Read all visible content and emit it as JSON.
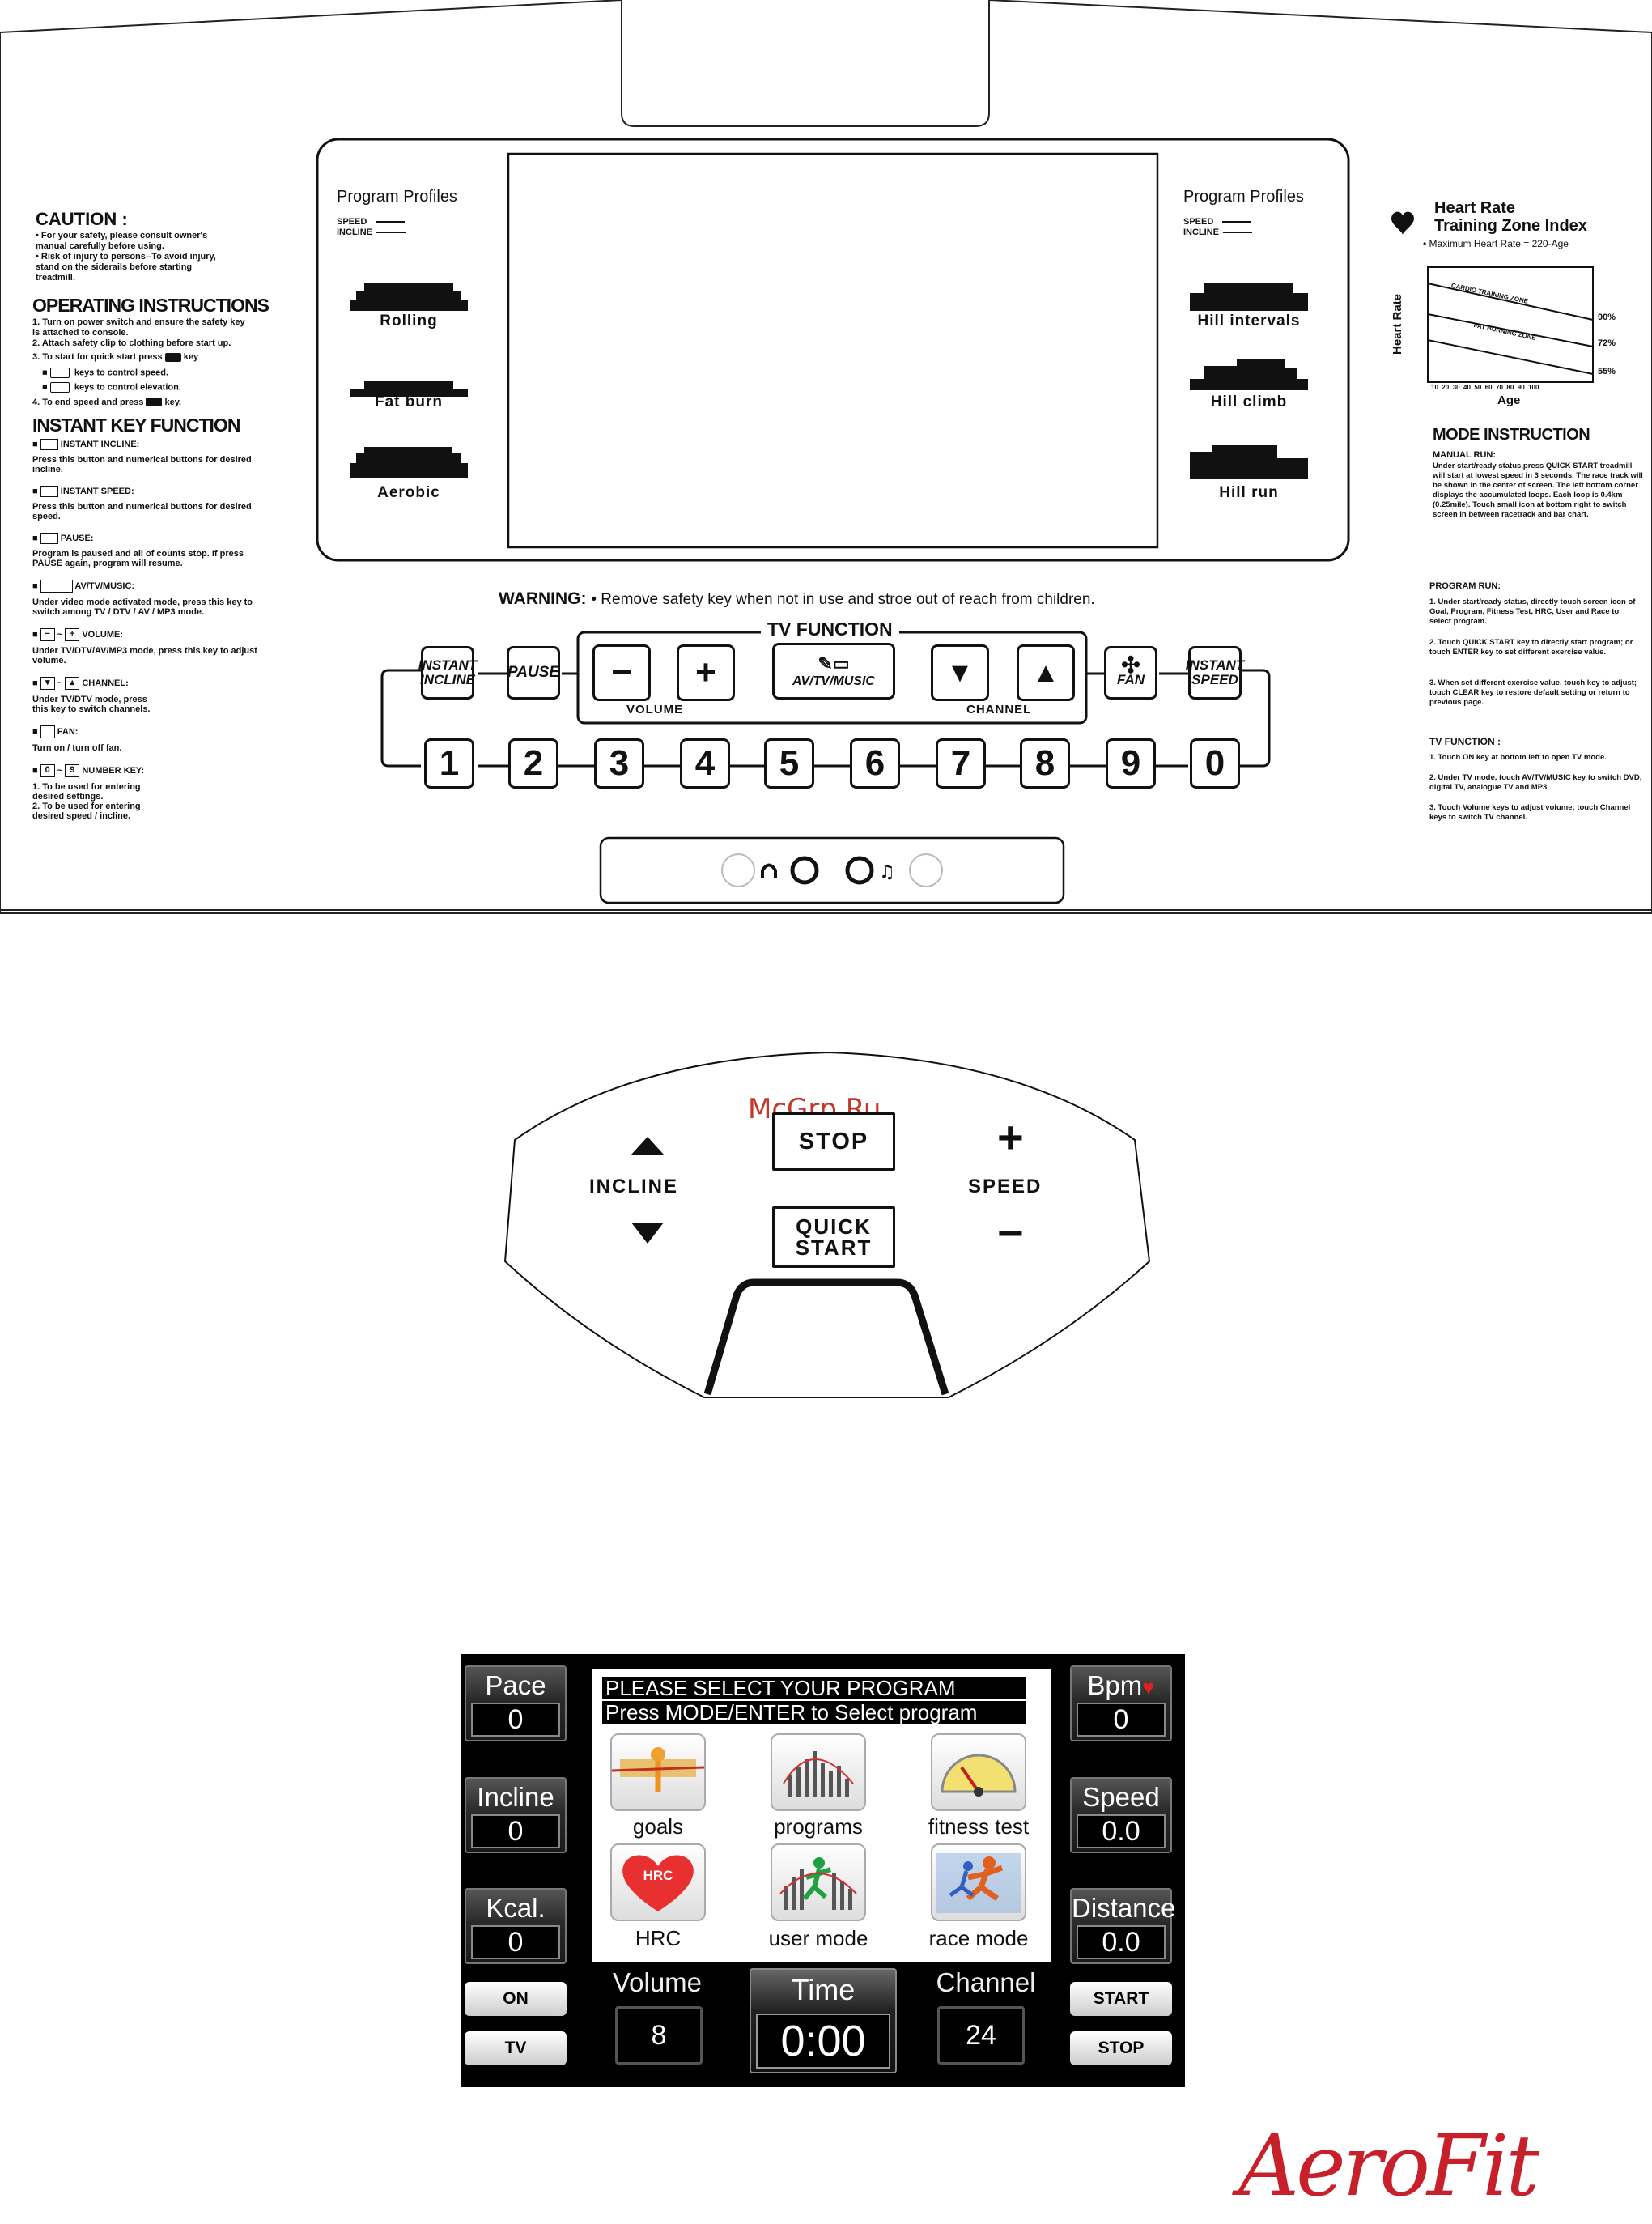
{
  "console": {
    "caution": {
      "title": "CAUTION :",
      "lines": [
        "• For your safety, please consult owner's",
        "   manual carefully before using.",
        "• Risk of injury to persons--To avoid injury,",
        "   stand on the siderails before starting",
        "   treadmill."
      ]
    },
    "operating": {
      "title": "OPERATING INSTRUCTIONS",
      "lines": [
        "1. Turn on power switch and ensure the safety key",
        "     is attached to console.",
        "2. Attach safety clip to clothing before start up.",
        "3. To start for quick start press",
        "key",
        "keys to control speed.",
        "keys to control elevation.",
        "4. To end speed and press",
        "key."
      ]
    },
    "instant": {
      "title": "INSTANT KEY FUNCTION",
      "incline_title": "INSTANT INCLINE:",
      "incline_desc": "Press this button and numerical buttons for desired incline.",
      "speed_title": "INSTANT SPEED:",
      "speed_desc": "Press this button and numerical buttons for desired speed.",
      "pause_title": "PAUSE:",
      "pause_desc": "Program is paused and all of counts stop. If press PAUSE again, program will resume.",
      "avtv_title": "AV/TV/MUSIC:",
      "avtv_desc": "Under video mode activated mode, press this key to switch among TV / DTV / AV / MP3 mode.",
      "volume_title": "VOLUME:",
      "volume_desc": "Under TV/DTV/AV/MP3 mode, press this key to adjust volume.",
      "channel_title": "CHANNEL:",
      "channel_desc": "Under TV/DTV mode, press this key to switch channels.",
      "fan_title": "FAN:",
      "fan_desc": "Turn on / turn off fan.",
      "number_title": "NUMBER KEY:",
      "number_desc1": "1. To be used for entering desired settings.",
      "number_desc2": "2. To be used for entering desired speed / incline."
    },
    "profiles_left": {
      "title": "Program Profiles",
      "speed": "SPEED",
      "incline": "INCLINE",
      "items": [
        "Rolling",
        "Fat burn",
        "Aerobic"
      ]
    },
    "profiles_right": {
      "title": "Program Profiles",
      "speed": "SPEED",
      "incline": "INCLINE",
      "items": [
        "Hill intervals",
        "Hill climb",
        "Hill run"
      ]
    },
    "heart": {
      "title1": "Heart Rate",
      "title2": "Training Zone Index",
      "max": "•  Maximum Heart Rate = 220-Age",
      "ylabel": "Heart Rate",
      "xlabel": "Age",
      "cardio": "CARDIO TRAINING ZONE",
      "fat": "FAT BURNING ZONE",
      "pct": [
        "90%",
        "72%",
        "55%"
      ],
      "ages": "10  20  30  40  50  60  70  80  90  100"
    },
    "mode": {
      "title": "MODE INSTRUCTION",
      "manual_title": "MANUAL RUN:",
      "manual_desc": "Under start/ready status,press QUICK START treadmill will start at lowest speed in 3 seconds. The race track will be shown in the center of screen. The left bottom corner displays the accumulated loops. Each loop is 0.4km (0.25mile). Touch small icon at bottom right to switch screen in between racetrack and bar chart.",
      "program_title": "PROGRAM RUN:",
      "program_1": "1. Under start/ready status, directly touch screen icon of Goal, Program, Fitness Test, HRC, User and Race to select program.",
      "program_2": "2. Touch QUICK START key to directly start program; or touch ENTER key to set different exercise value.",
      "program_3": "3. When set different exercise value, touch key to adjust; touch CLEAR key to restore default setting or return to previous page.",
      "tv_title": "TV FUNCTION :",
      "tv_1": "1. Touch ON key at bottom left to open TV mode.",
      "tv_2": "2. Under TV mode, touch AV/TV/MUSIC key to switch DVD, digital TV, analogue TV and MP3.",
      "tv_3": "3. Touch Volume keys to adjust volume; touch Channel keys to switch TV channel."
    },
    "warning": {
      "label": "WARNING:",
      "text": "• Remove safety key when not in use and stroe out of reach from children."
    },
    "keys": {
      "tv_function": "TV FUNCTION",
      "instant_incline": "INSTANT INCLINE",
      "pause": "PAUSE",
      "minus": "−",
      "plus": "+",
      "volume": "VOLUME",
      "avtv": "AV/TV/MUSIC",
      "channel": "CHANNEL",
      "fan": "FAN",
      "instant_speed": "INSTANT SPEED",
      "numbers": [
        "1",
        "2",
        "3",
        "4",
        "5",
        "6",
        "7",
        "8",
        "9",
        "0"
      ]
    }
  },
  "handlebar": {
    "watermark": "McGrp.Ru",
    "stop": "STOP",
    "quick_start": "QUICK START",
    "incline": "INCLINE",
    "speed": "SPEED",
    "plus": "+",
    "minus": "−"
  },
  "lcd": {
    "header1": "PLEASE SELECT YOUR PROGRAM",
    "header2": "Press MODE/ENTER to Select program",
    "left": [
      {
        "label": "Pace",
        "value": "0"
      },
      {
        "label": "Incline",
        "value": "0"
      },
      {
        "label": "Kcal.",
        "value": "0"
      }
    ],
    "right": [
      {
        "label": "Bpm",
        "value": "0"
      },
      {
        "label": "Speed",
        "value": "0.0"
      },
      {
        "label": "Distance",
        "value": "0.0"
      }
    ],
    "programs": [
      "goals",
      "programs",
      "fitness test",
      "HRC",
      "user mode",
      "race mode"
    ],
    "hrc_badge": "HRC",
    "volume": {
      "label": "Volume",
      "value": "8"
    },
    "time": {
      "label": "Time",
      "value": "0:00"
    },
    "channel": {
      "label": "Channel",
      "value": "24"
    },
    "buttons": {
      "on": "ON",
      "tv": "TV",
      "start": "START",
      "stop": "STOP"
    }
  },
  "brand": "AeroFit"
}
